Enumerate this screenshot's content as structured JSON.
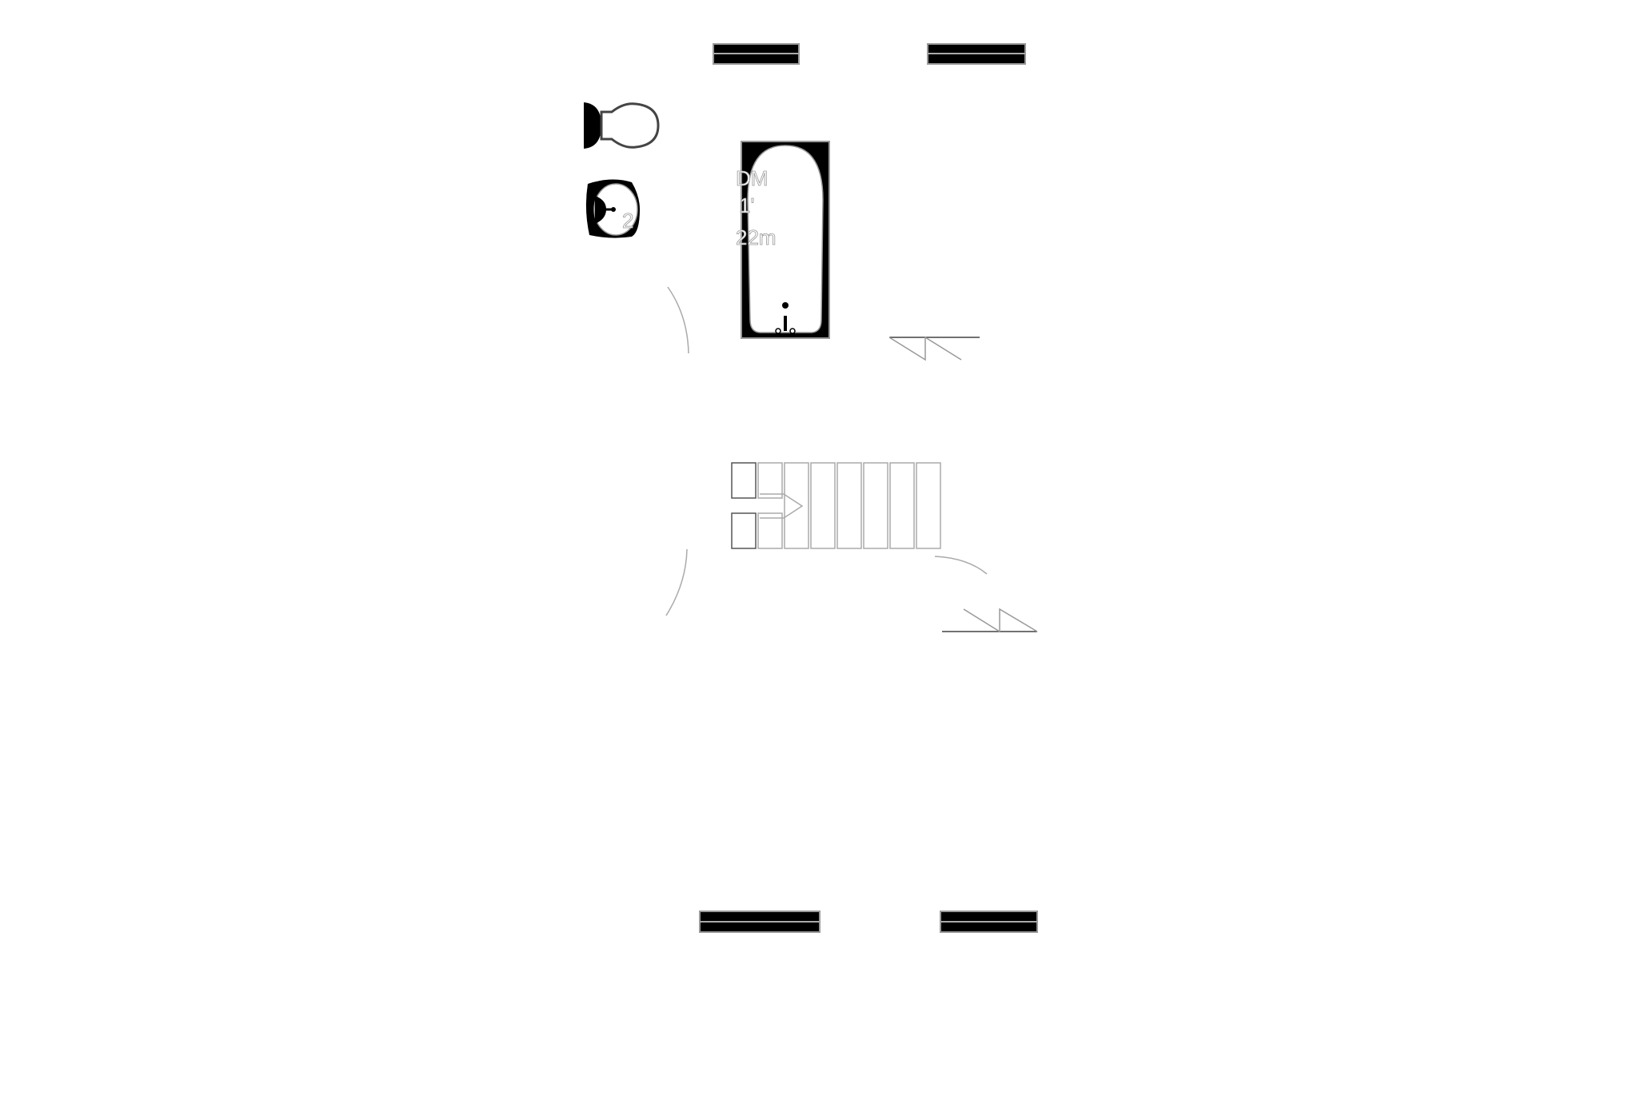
{
  "plan": {
    "labels": {
      "room_name_fragment": "DM",
      "dimension_fragment": "1'",
      "area_fragment": "22m",
      "sink_fragment": "2"
    },
    "stairs": {
      "tread_count": 8
    },
    "colors": {
      "wall": "#000000",
      "line": "#999999",
      "background": "#ffffff"
    }
  }
}
